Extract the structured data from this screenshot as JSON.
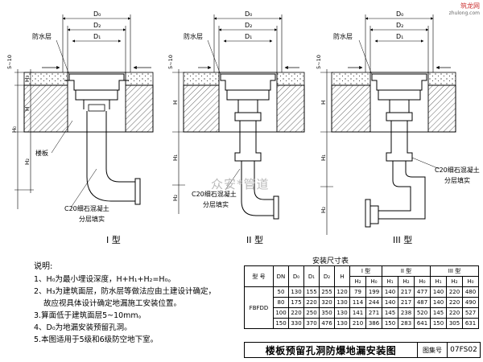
{
  "logo": {
    "name": "筑龙网",
    "domain": "zhulong.com"
  },
  "watermark": "众安*管道",
  "labels": {
    "d0": "D₀",
    "d1": "D₁",
    "d2": "D₂",
    "waterproof": "防水层",
    "slab": "楼板",
    "h": "H",
    "h0": "H₀",
    "h1": "H₁",
    "h2": "H₂",
    "h3": "H₃",
    "gap": "5~10",
    "concrete": "C20细石混凝土",
    "layered": "分层填实"
  },
  "figures": [
    "I 型",
    "II 型",
    "III 型"
  ],
  "notes": {
    "head": "说明:",
    "items": [
      "1、H₀为最小埋设深度，H+H₁+H₂=H₀。",
      "2、H₃为建筑面层，防水层等做法应由土建设计确定，",
      "故应视具体设计确定地漏施工安装位置。",
      "3.算面低于建筑面层5~10mm。",
      "4、D₀为地漏安装预留孔洞。",
      "5.本图适用于5级和6级防空地下室。"
    ]
  },
  "table": {
    "title": "安装尺寸表",
    "model": "FBFDD",
    "hdr": {
      "model": "型 号",
      "dn": "DN",
      "d0": "D₀",
      "d1": "D₁",
      "d2": "D₂",
      "h": "H",
      "g1": "I 型",
      "g2": "II 型",
      "g3": "III 型",
      "h2": "H₂",
      "h0": "H₀",
      "h1": "H₁"
    },
    "rows": [
      [
        "50",
        "130",
        "155",
        "255",
        "120",
        "79",
        "199",
        "140",
        "217",
        "477",
        "140",
        "220",
        "480"
      ],
      [
        "80",
        "175",
        "220",
        "320",
        "130",
        "114",
        "244",
        "140",
        "217",
        "487",
        "140",
        "220",
        "490"
      ],
      [
        "100",
        "220",
        "250",
        "350",
        "130",
        "141",
        "271",
        "145",
        "238",
        "520",
        "145",
        "220",
        "527"
      ],
      [
        "150",
        "330",
        "370",
        "476",
        "130",
        "210",
        "386",
        "150",
        "283",
        "641",
        "150",
        "305",
        "631"
      ]
    ]
  },
  "titleblock": {
    "title": "楼板预留孔洞防爆地漏安装图",
    "label": "图集号",
    "number": "07FS02"
  }
}
